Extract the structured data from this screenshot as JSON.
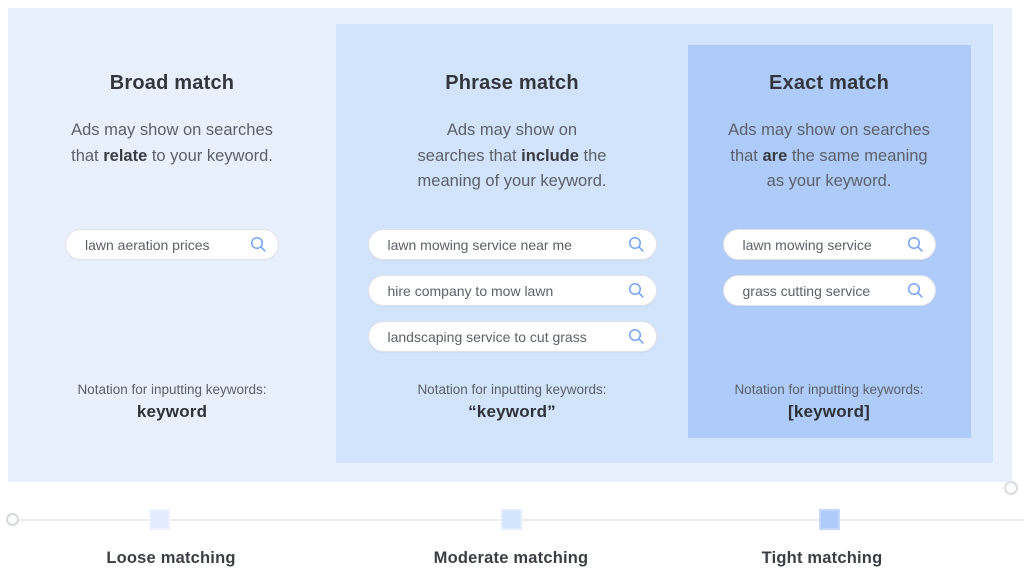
{
  "colors": {
    "outer_panel": "#e8f0fe",
    "middle_panel": "#d2e3fc",
    "inner_panel": "#aecbfa",
    "search_icon": "#76a4f7",
    "square_loose": "#e0ebfd",
    "square_loose_rim": "#edf3fe",
    "square_moderate": "#d2e3fc",
    "square_moderate_rim": "#e1ecfd",
    "square_tight": "#aecbfa",
    "square_tight_rim": "#c4d8fb"
  },
  "columns": [
    {
      "key": "broad",
      "title": "Broad match",
      "description_lines": [
        [
          {
            "text": "Ads may show on searches"
          }
        ],
        [
          {
            "text": "that "
          },
          {
            "text": "relate",
            "bold": true
          },
          {
            "text": " to your keyword."
          }
        ]
      ],
      "queries": [
        "lawn aeration prices"
      ],
      "notation_label": "Notation for inputting keywords:",
      "notation_value": "keyword"
    },
    {
      "key": "phrase",
      "title": "Phrase match",
      "description_lines": [
        [
          {
            "text": "Ads may show on"
          }
        ],
        [
          {
            "text": "searches that "
          },
          {
            "text": "include",
            "bold": true
          },
          {
            "text": " the"
          }
        ],
        [
          {
            "text": "meaning of your keyword."
          }
        ]
      ],
      "queries": [
        "lawn mowing service near me",
        "hire company to mow lawn",
        "landscaping service to cut grass"
      ],
      "notation_label": "Notation for inputting keywords:",
      "notation_value": "“keyword”"
    },
    {
      "key": "exact",
      "title": "Exact match",
      "description_lines": [
        [
          {
            "text": "Ads may show on searches"
          }
        ],
        [
          {
            "text": "that "
          },
          {
            "text": "are",
            "bold": true
          },
          {
            "text": " the same meaning"
          }
        ],
        [
          {
            "text": "as your keyword."
          }
        ]
      ],
      "queries": [
        "lawn mowing service",
        "grass cutting service"
      ],
      "notation_label": "Notation for inputting keywords:",
      "notation_value": "[keyword]"
    }
  ],
  "slider": {
    "labels": [
      "Loose matching",
      "Moderate matching",
      "Tight matching"
    ]
  }
}
